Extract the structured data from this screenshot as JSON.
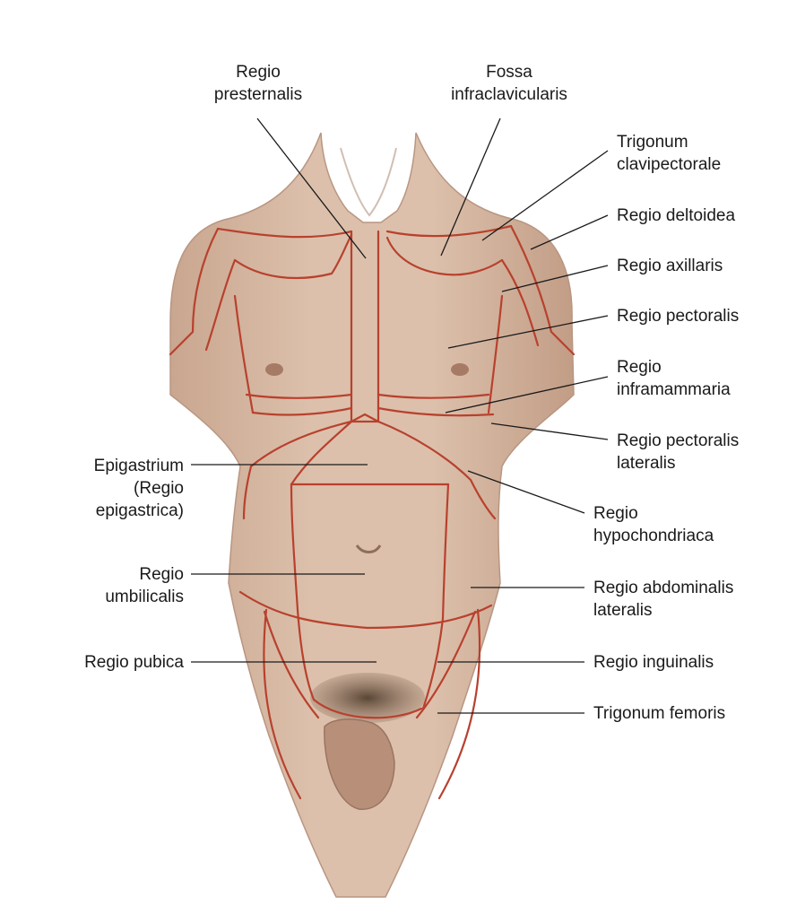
{
  "colors": {
    "skin": "#d7b8a0",
    "skin_shade": "#c4a08a",
    "region_border": "#b8412e",
    "leader_line": "#1a1a1a",
    "text": "#1a1a1a"
  },
  "labels": {
    "presternalis": "Regio\npresternalis",
    "infraclavicularis": "Fossa\ninfraclavicularis",
    "clavipectorale": "Trigonum\nclavipectorale",
    "deltoidea": "Regio deltoidea",
    "axillaris": "Regio axillaris",
    "pectoralis": "Regio pectoralis",
    "inframammaria": "Regio\ninframammaria",
    "pectoralis_lateralis": "Regio pectoralis\nlateralis",
    "epigastrium": "Epigastrium\n(Regio\nepigastrica)",
    "hypochondriaca": "Regio\nhypochondriaca",
    "umbilicalis": "Regio\numbilicalis",
    "abdominalis_lateralis": "Regio abdominalis\nlateralis",
    "pubica": "Regio pubica",
    "inguinalis": "Regio inguinalis",
    "femoris": "Trigonum femoris"
  }
}
